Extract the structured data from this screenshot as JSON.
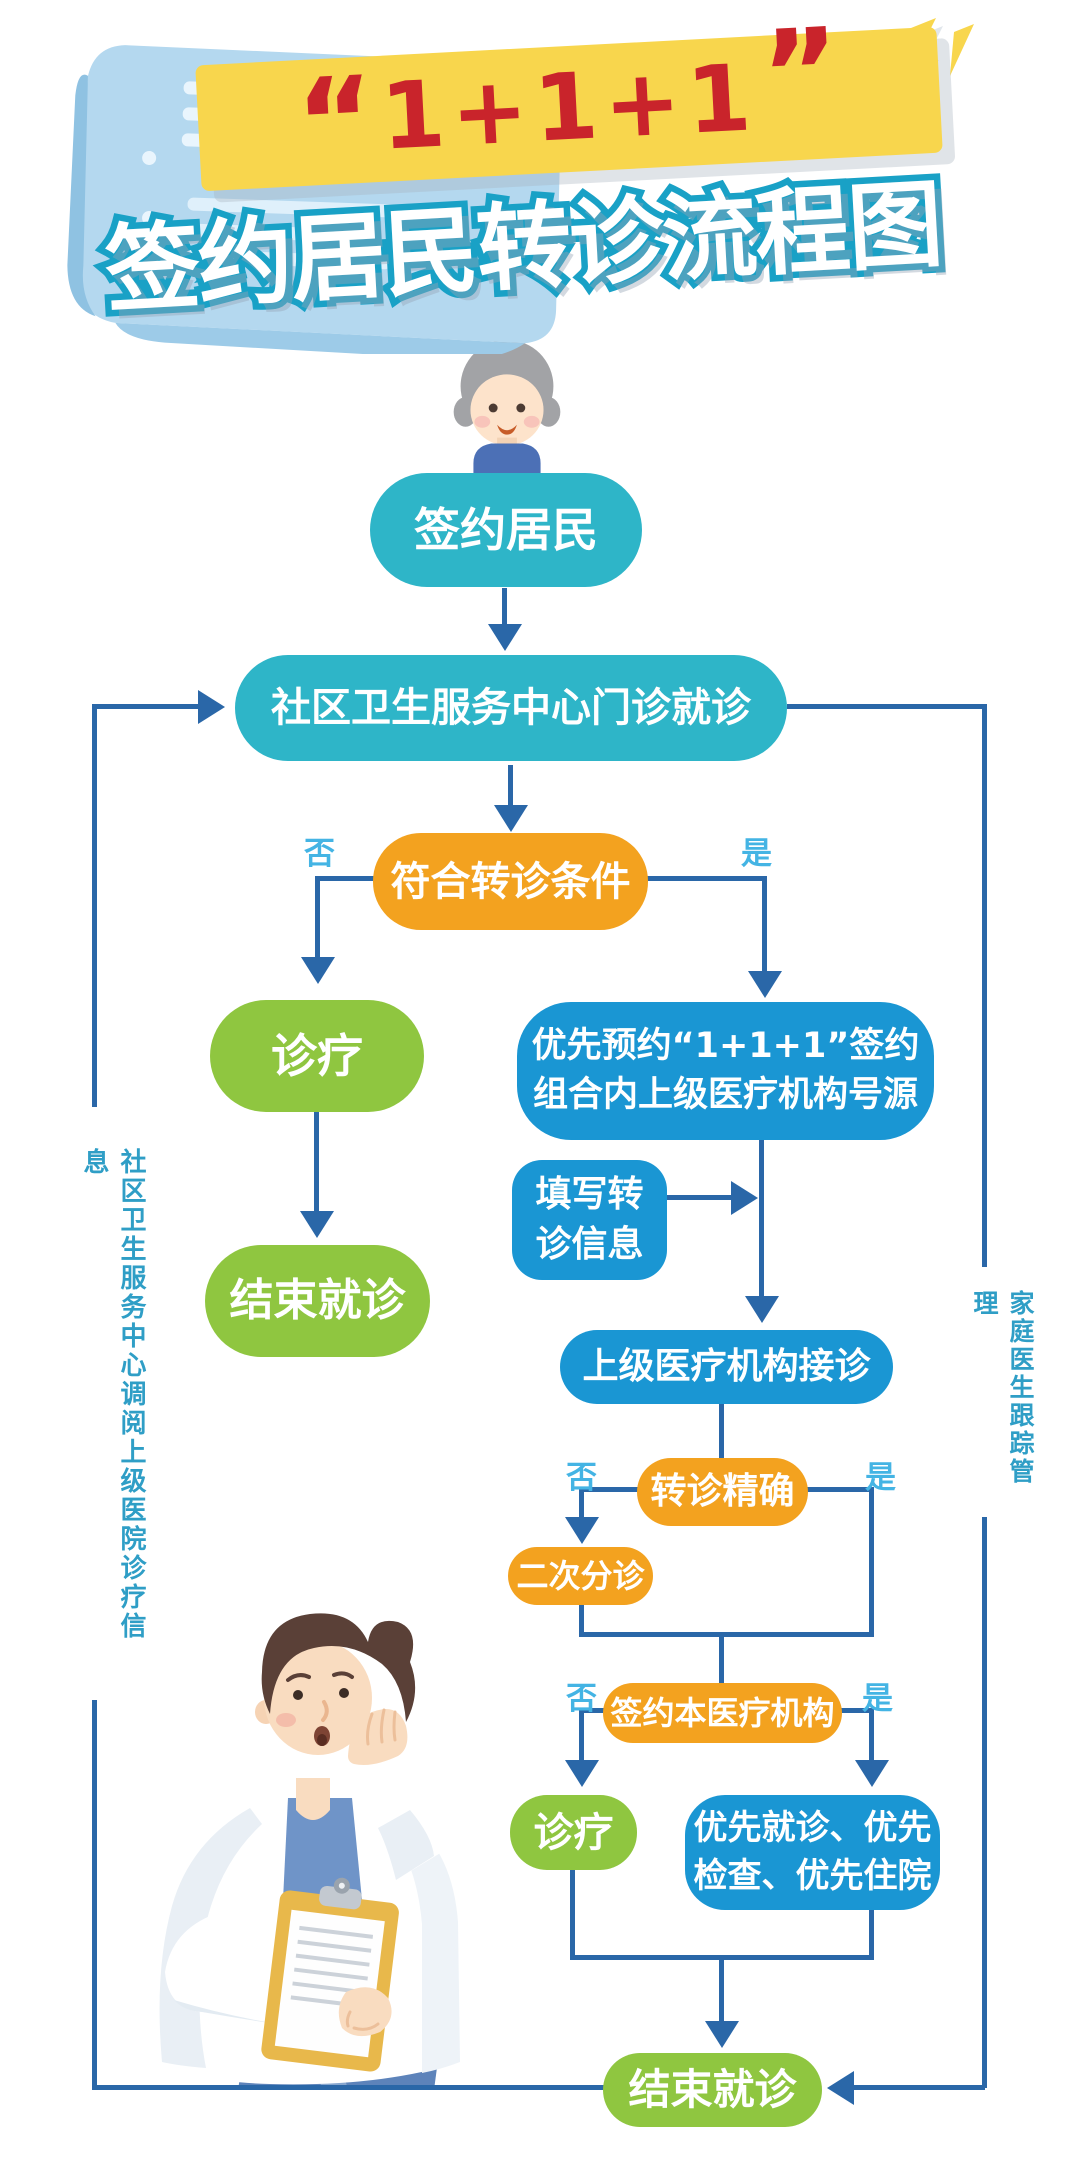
{
  "title": {
    "quote_open": "“",
    "number": "1+1+1",
    "quote_close": "”",
    "subtitle": "签约居民转诊流程图"
  },
  "decision_labels": {
    "no": "否",
    "yes": "是"
  },
  "side_notes": {
    "left": "社区卫生服务中心调阅上级医院诊疗信息",
    "right": "家庭医生跟踪管理"
  },
  "nodes": {
    "resident": {
      "label": "签约居民"
    },
    "community_clinic": {
      "label": "社区卫生服务中心门诊就诊"
    },
    "referral_check": {
      "label": "符合转诊条件"
    },
    "treatment_no": {
      "label": "诊疗"
    },
    "end_visit_no": {
      "label": "结束就诊"
    },
    "priority_booking": {
      "lines": [
        "优先预约“1+1+1”签约",
        "组合内上级医疗机构号源"
      ]
    },
    "fill_referral": {
      "lines": [
        "填写转",
        "诊信息"
      ]
    },
    "higher_hospital": {
      "label": "上级医疗机构接诊"
    },
    "referral_accurate": {
      "label": "转诊精确"
    },
    "second_triage": {
      "label": "二次分诊"
    },
    "signed_here": {
      "label": "签约本医疗机构"
    },
    "treatment_yes": {
      "label": "诊疗"
    },
    "priority_service": {
      "lines": [
        "优先就诊、优先",
        "检查、优先住院"
      ]
    },
    "end_visit": {
      "label": "结束就诊"
    }
  },
  "colors": {
    "teal": "#2eb5c8",
    "blue": "#1a96d3",
    "orange": "#f3a21f",
    "green": "#8fc640",
    "line": "#2a67a8",
    "label": "#44b4e4",
    "side": "#2f9ec6",
    "red": "#c9242b",
    "yellow": "#f8d64d",
    "stroke": "#19a1c6"
  }
}
